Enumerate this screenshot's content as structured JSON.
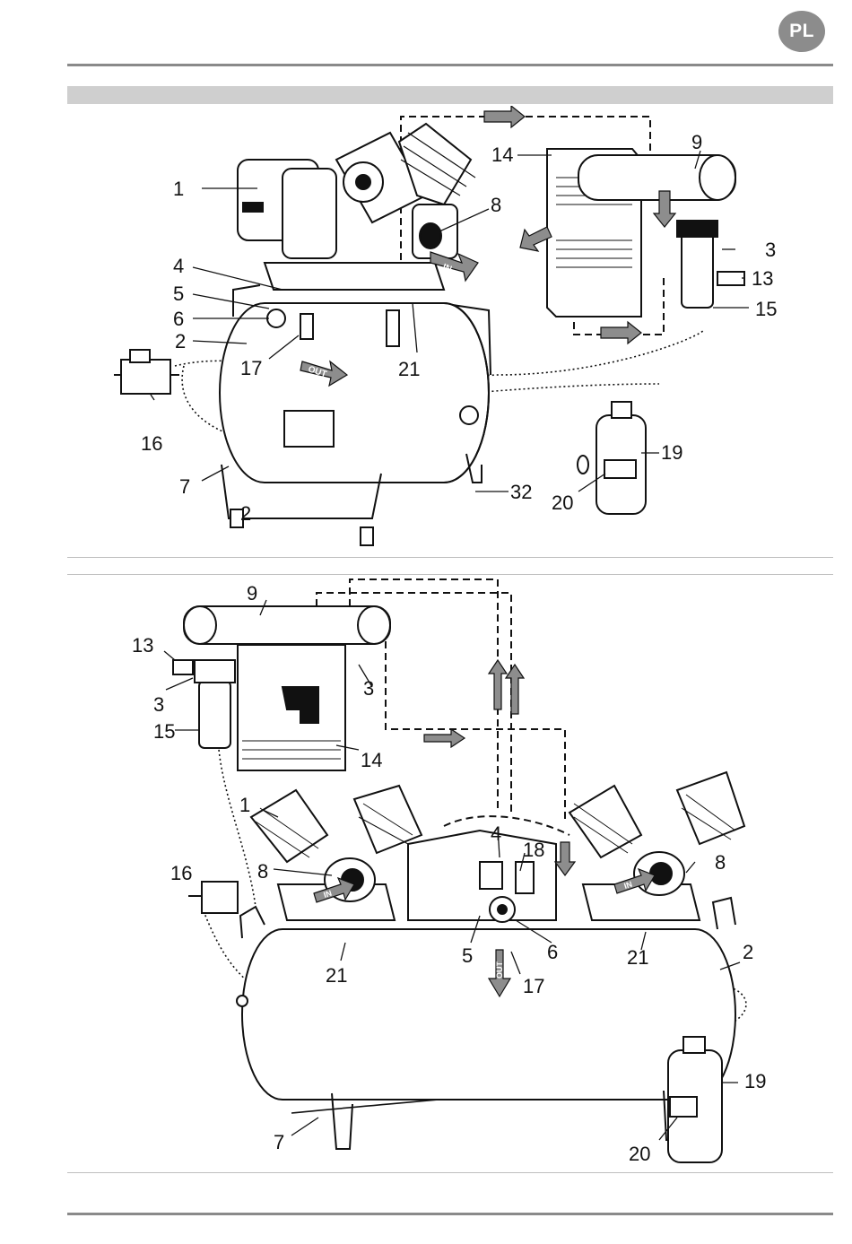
{
  "badge": {
    "text": "PL"
  },
  "top_figure": {
    "labels": {
      "l1": "1",
      "l2": "2",
      "l3": "3",
      "l4": "4",
      "l5": "5",
      "l6": "6",
      "l7": "7",
      "l8": "8",
      "l9": "9",
      "l13": "13",
      "l14": "14",
      "l15": "15",
      "l16": "16",
      "l17": "17",
      "l19": "19",
      "l20": "20",
      "l21": "21",
      "l32": "32"
    },
    "arrows": {
      "in": "IN",
      "out": "OUT"
    }
  },
  "bottom_figure": {
    "labels": {
      "l1": "1",
      "l2": "2",
      "l3a": "3",
      "l3b": "3",
      "l4": "4",
      "l5": "5",
      "l6": "6",
      "l7": "7",
      "l8a": "8",
      "l8b": "8",
      "l9": "9",
      "l13": "13",
      "l14": "14",
      "l15": "15",
      "l16": "16",
      "l17": "17",
      "l18": "18",
      "l19": "19",
      "l20": "20",
      "l21a": "21",
      "l21b": "21"
    },
    "arrows": {
      "in_left": "IN",
      "in_right": "IN",
      "out": "OUT"
    }
  }
}
